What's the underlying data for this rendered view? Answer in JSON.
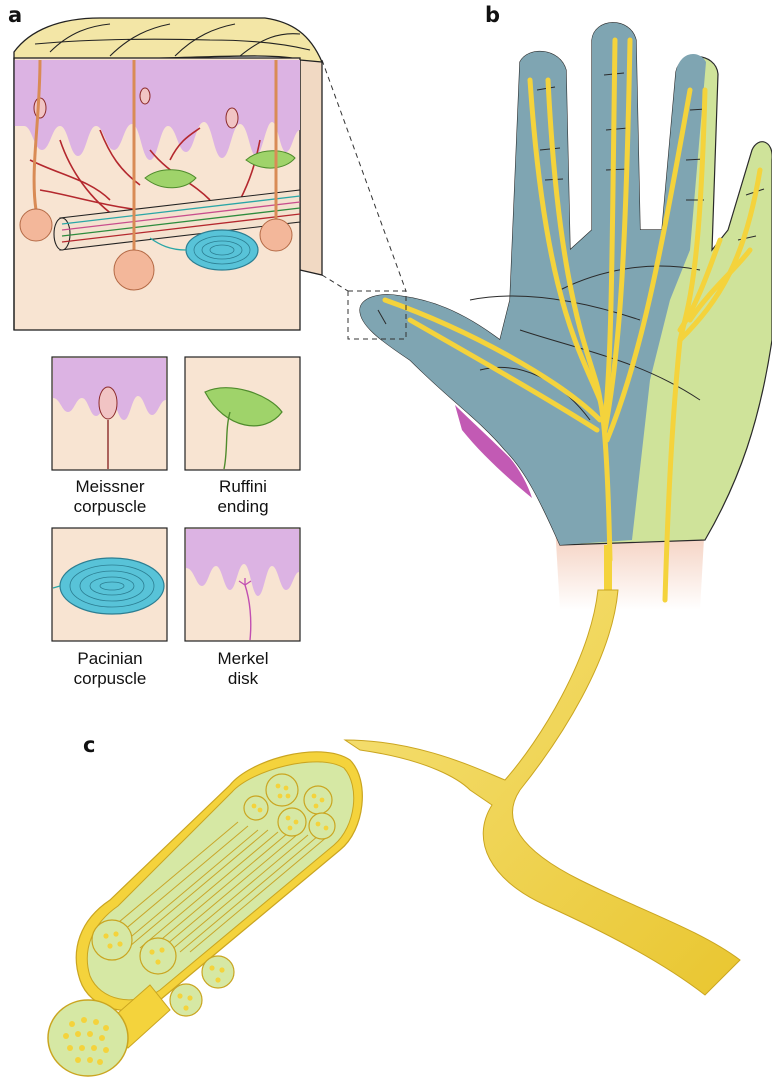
{
  "panels": {
    "a": "a",
    "b": "b",
    "c": "c"
  },
  "receptors": [
    {
      "id": "meissner",
      "line1": "Meissner",
      "line2": "corpuscle"
    },
    {
      "id": "ruffini",
      "line1": "Ruffini",
      "line2": "ending"
    },
    {
      "id": "pacinian",
      "line1": "Pacinian",
      "line2": "corpuscle"
    },
    {
      "id": "merkel",
      "line1": "Merkel",
      "line2": "disk"
    }
  ],
  "colors": {
    "skin_surface": "#f3e6a6",
    "epidermis": "#dcb3e3",
    "dermis": "#f8e4d2",
    "nerve_yellow": "#f4d33c",
    "nerve_dark": "#d6b21a",
    "palm_blue": "#7fa5b2",
    "ulnar_green": "#cfe39a",
    "thenar_magenta": "#c25ab4",
    "blood_vessel": "#b4282e",
    "ruffini_green": "#9fd36a",
    "pacinian_cyan": "#58c3d8",
    "fascicle_green": "#d6e8a4"
  }
}
